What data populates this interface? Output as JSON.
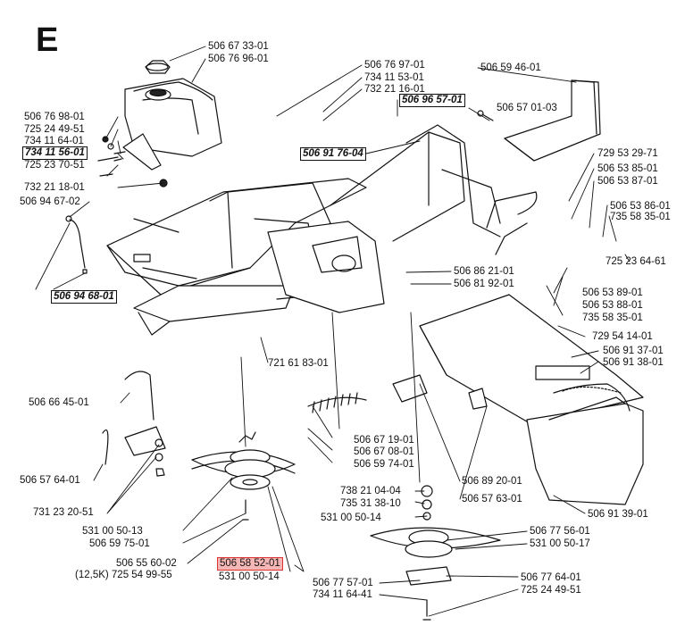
{
  "section_letter": "E",
  "labels": [
    "506 67 33-01",
    "506 76 96-01",
    "506 76 97-01",
    "734 11 53-01",
    "732 21 16-01",
    "506 96 57-01",
    "506 59 46-01",
    "506 57 01-03",
    "506 76 98-01",
    "725 24 49-51",
    "734 11 64-01",
    "734 11 56-01",
    "725 23 70-51",
    "732 21 18-01",
    "506 91 76-04",
    "506 94 67-02",
    "506 94 68-01",
    "729 53 29-71",
    "506 53 85-01",
    "506 53 87-01",
    "506 53 86-01",
    "735 58 35-01",
    "725 23 64-61",
    "506 86 21-01",
    "506 81 92-01",
    "506 53 89-01",
    "506 53 88-01",
    "735 58 35-01",
    "729 54 14-01",
    "506 91 37-01",
    "506 91 38-01",
    "721 61 83-01",
    "506 66 45-01",
    "506 67 19-01",
    "506 67 08-01",
    "506 59 74-01",
    "506 57 64-01",
    "506 89 20-01",
    "506 57 63-01",
    "738 21 04-04",
    "735 31 38-10",
    "531 00 50-14",
    "731 23 20-51",
    "531 00 50-13",
    "506 59 75-01",
    "506 77 56-01",
    "531 00 50-17",
    "506 91 39-01",
    "506 55 60-02",
    "(12,5K) 725 54 99-55",
    "506 58 52-01",
    "531 00 50-14",
    "506 77 64-01",
    "506 77 57-01",
    "725 24 49-51",
    "734 11 64-41"
  ],
  "colors": {
    "line": "#111111",
    "highlight_fill": "#f5b6b6",
    "highlight_border": "#dd3333",
    "shade": "#222222"
  }
}
